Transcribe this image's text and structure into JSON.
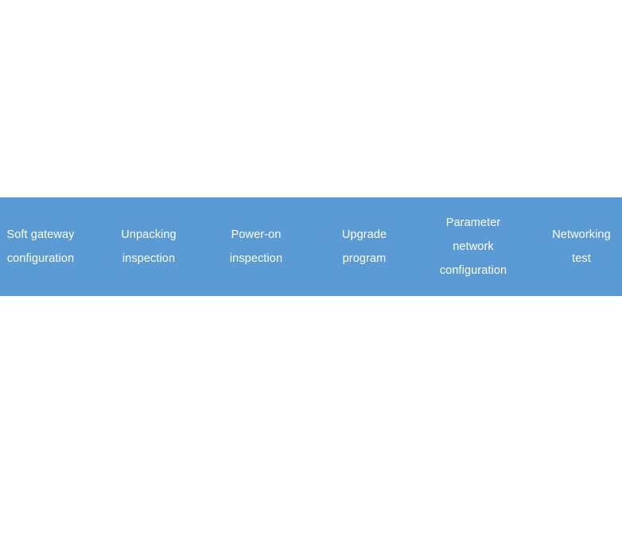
{
  "diagram": {
    "type": "process-flow-band",
    "band_color": "#5B9BD5",
    "text_color": "#ffffff",
    "background_color": "#ffffff",
    "stages": [
      {
        "id": "soft-gateway-configuration",
        "lines": [
          "Soft gateway",
          "configuration"
        ]
      },
      {
        "id": "unpacking-inspection",
        "lines": [
          "Unpacking",
          "inspection"
        ]
      },
      {
        "id": "power-on-inspection",
        "lines": [
          "Power-on",
          "inspection"
        ]
      },
      {
        "id": "upgrade-program",
        "lines": [
          "Upgrade",
          "program"
        ]
      },
      {
        "id": "parameter-network-configuration",
        "lines": [
          "Parameter",
          "network",
          "configuration"
        ]
      },
      {
        "id": "networking-test",
        "lines": [
          "Networking",
          "test"
        ]
      }
    ]
  }
}
